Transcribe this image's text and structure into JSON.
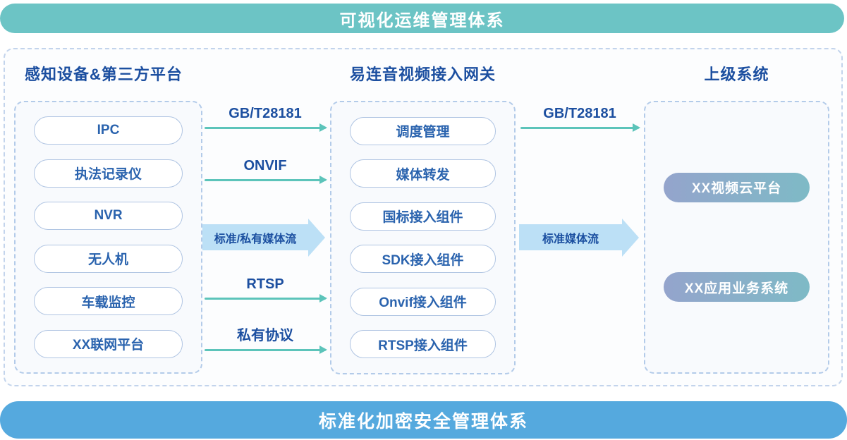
{
  "banners": {
    "top": {
      "label": "可视化运维管理体系"
    },
    "bottom": {
      "label": "标准化加密安全管理体系"
    }
  },
  "columns": [
    {
      "header": "感知设备&第三方平台",
      "items": [
        "IPC",
        "执法记录仪",
        "NVR",
        "无人机",
        "车载监控",
        "XX联网平台"
      ]
    },
    {
      "header": "易连音视频接入网关",
      "items": [
        "调度管理",
        "媒体转发",
        "国标接入组件",
        "SDK接入组件",
        "Onvif接入组件",
        "RTSP接入组件"
      ]
    },
    {
      "header": "上级系统",
      "items": [
        "XX视频云平台",
        "XX应用业务系统"
      ]
    }
  ],
  "arrows": {
    "devices_to_gateway": [
      {
        "label": "GB/T28181",
        "type": "thin"
      },
      {
        "label": "ONVIF",
        "type": "thin"
      },
      {
        "label": "标准/私有媒体流",
        "type": "thick"
      },
      {
        "label": "RTSP",
        "type": "thin"
      },
      {
        "label": "私有协议",
        "type": "thin"
      }
    ],
    "gateway_to_upper": [
      {
        "label": "GB/T28181",
        "type": "thin"
      },
      {
        "label": "标准媒体流",
        "type": "thick"
      }
    ]
  },
  "colors": {
    "top_banner": "#6CC4C5",
    "bottom_banner": "#55A9DE",
    "header_text": "#1C4FA0",
    "pill_text": "#2A63AE",
    "pill_border": "#AFC4E2",
    "dashed_border": "#B3CBE9",
    "thin_arrow": "#5CC4BA",
    "thick_arrow_fill": "#BCE0F6",
    "gradient_pill_start": "#94A4CC",
    "gradient_pill_end": "#7EBAC6"
  }
}
